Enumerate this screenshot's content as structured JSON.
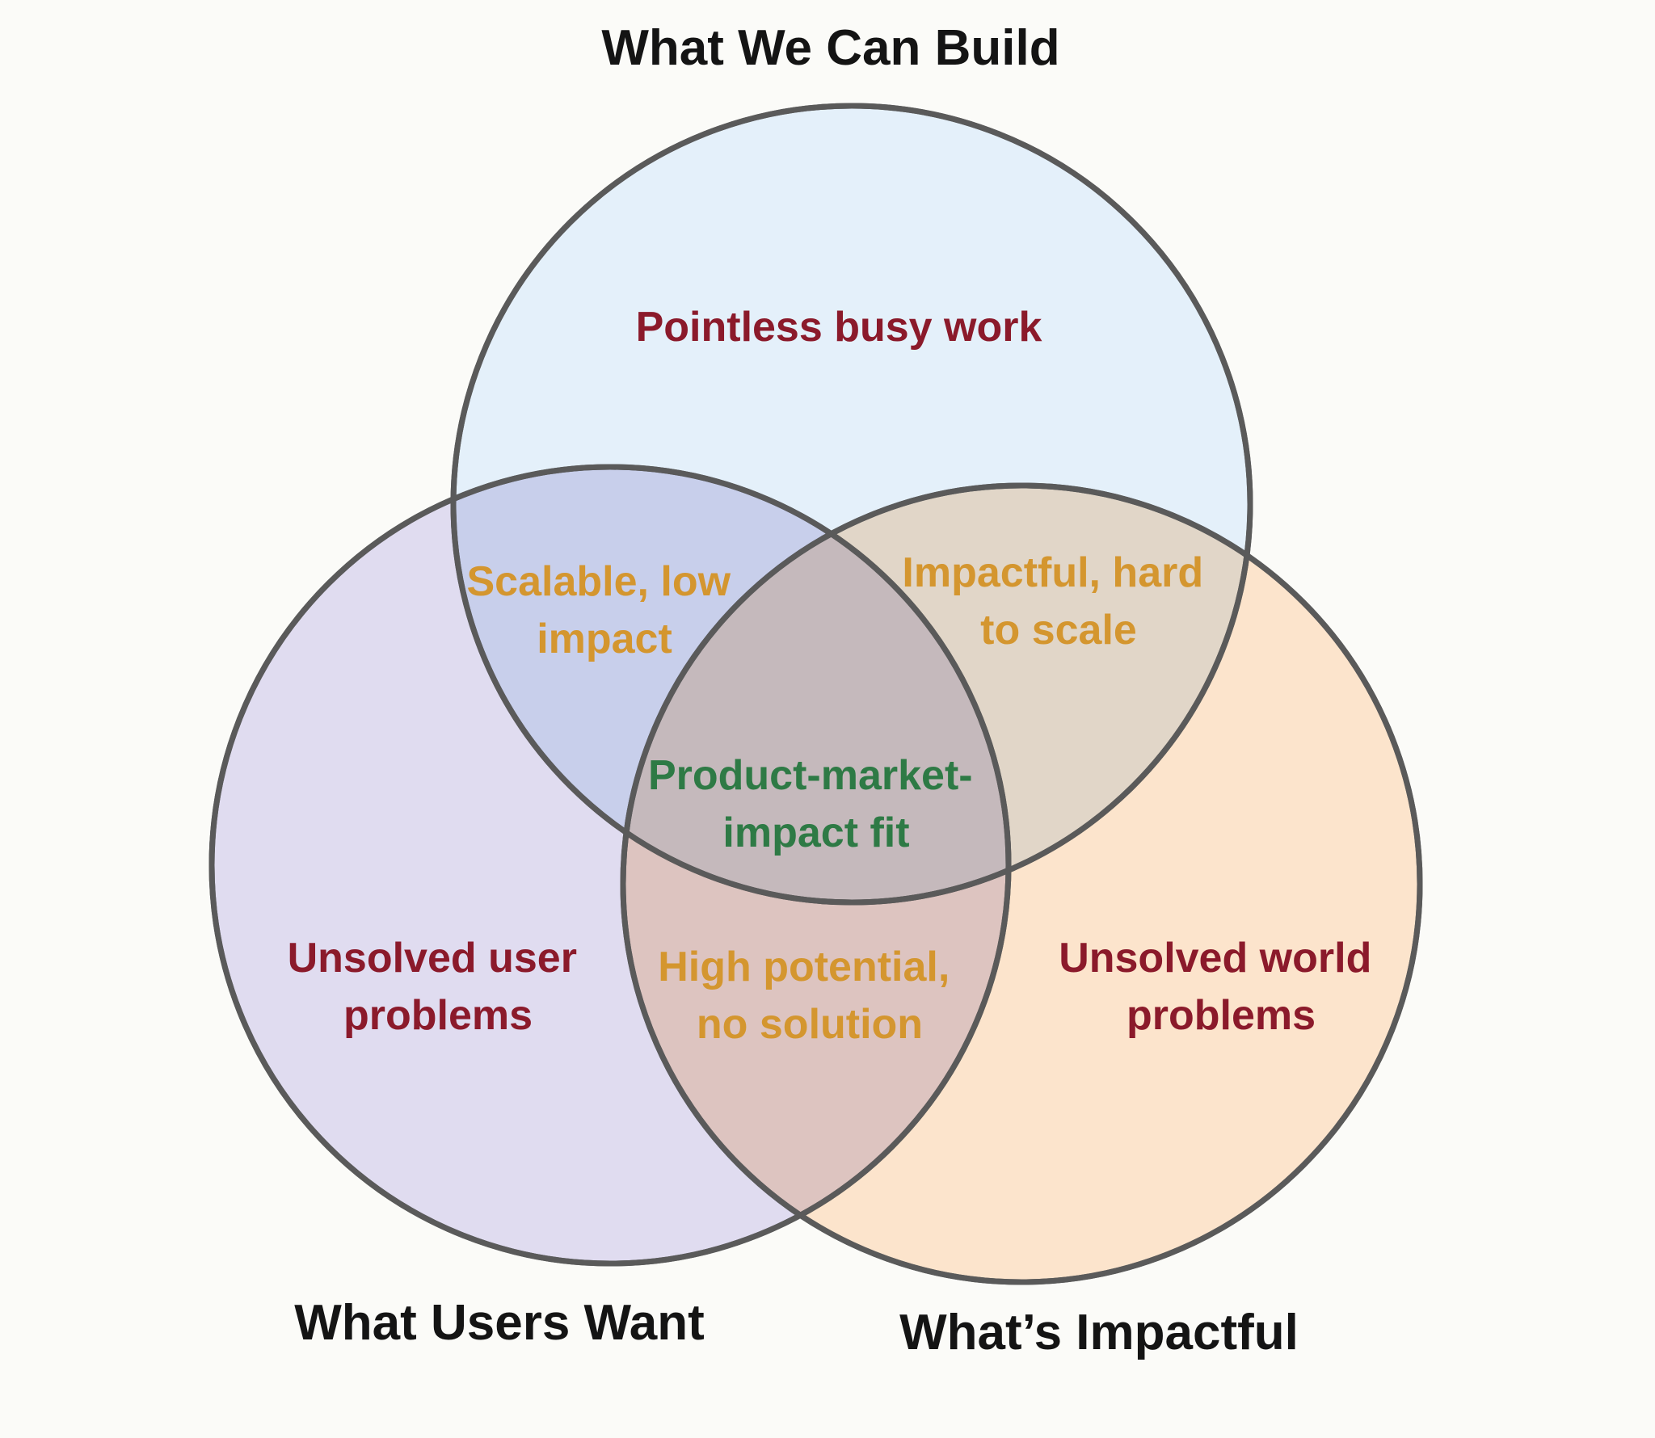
{
  "diagram": {
    "type": "venn",
    "sets": [
      {
        "label": "What We Can Build",
        "color": "#e4f0fa"
      },
      {
        "label": "What Users Want",
        "color": "#e0dcf0"
      },
      {
        "label": "What’s Impactful",
        "color": "#fce4cc"
      }
    ],
    "regions": {
      "build_only": [
        "Pointless busy work"
      ],
      "build_users": [
        "Scalable, low",
        "impact"
      ],
      "build_impact": [
        "Impactful, hard",
        "to scale"
      ],
      "all_three": [
        "Product-market-",
        "impact fit"
      ],
      "users_only": [
        "Unsolved user",
        "problems"
      ],
      "users_impact": [
        "High potential,",
        "no solution"
      ],
      "impact_only": [
        "Unsolved world",
        "problems"
      ]
    },
    "colors": {
      "negative": "#8b1a2b",
      "partial": "#d4962f",
      "ideal": "#2e7a45",
      "outline": "#5a5a5a"
    }
  }
}
